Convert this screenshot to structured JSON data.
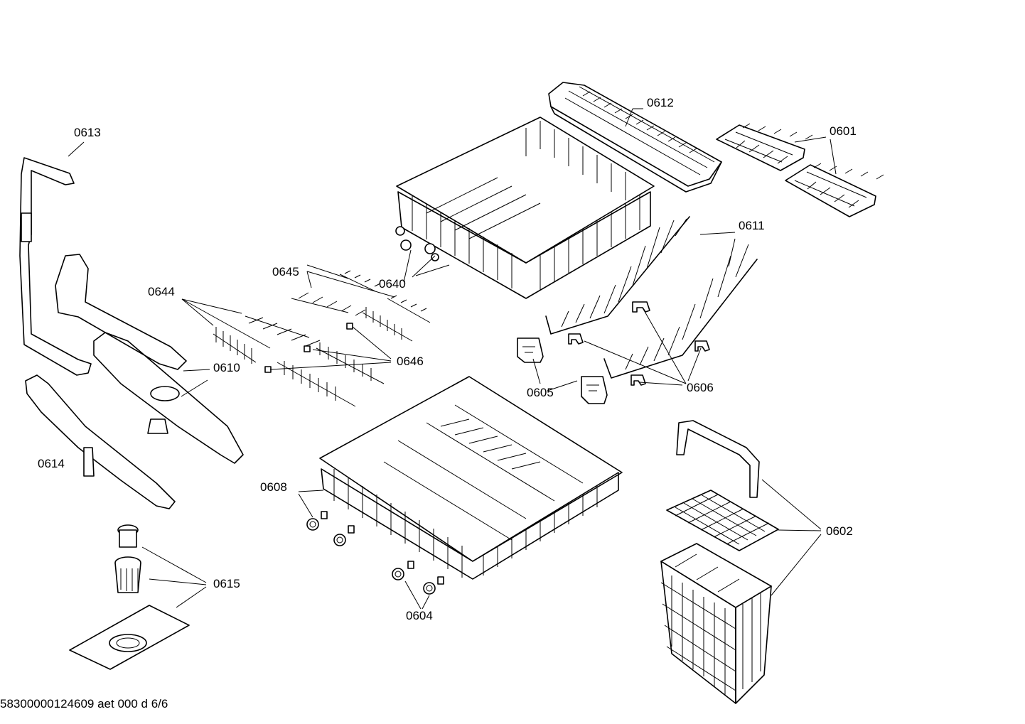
{
  "labels": {
    "p0612": "0612",
    "p0601": "0601",
    "p0613": "0613",
    "p0611": "0611",
    "p0645": "0645",
    "p0640": "0640",
    "p0644": "0644",
    "p0646": "0646",
    "p0610": "0610",
    "p0605": "0605",
    "p0606": "0606",
    "p0614": "0614",
    "p0608": "0608",
    "p0602": "0602",
    "p0615": "0615",
    "p0604": "0604"
  },
  "footer": {
    "doc_id": "58300000124609 aet 000 d 6/6"
  }
}
